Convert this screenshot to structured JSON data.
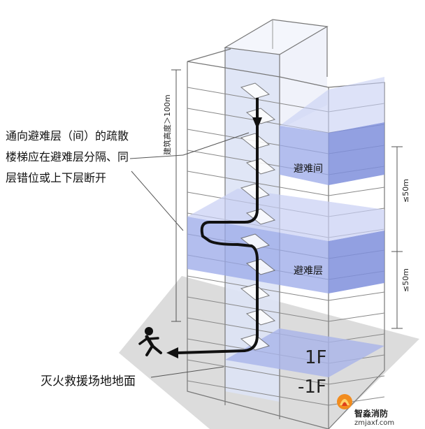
{
  "callout": {
    "line1": "通向避难层（间）的疏散",
    "line2": "楼梯应在避难层分隔、同",
    "line3": "层错位或上下层断开"
  },
  "ground_label": "灭火救援场地地面",
  "left_dimension_label": "建筑高度＞100m",
  "right_dimension_upper": "≤50m",
  "right_dimension_lower": "≤50m",
  "refuge_room_label": "避难间",
  "refuge_floor_label": "避难层",
  "floor_1f": "1F",
  "floor_b1": "-1F",
  "watermark": {
    "name": "智淼消防",
    "url": "zmjaxf.com"
  },
  "colors": {
    "refuge_blue": "#9aa8e8",
    "refuge_blue_dark": "#7f8fdc",
    "stair_shaft": "#dde3f5",
    "outline": "#777777",
    "path": "#111111",
    "ground": "#dcdcdc"
  }
}
